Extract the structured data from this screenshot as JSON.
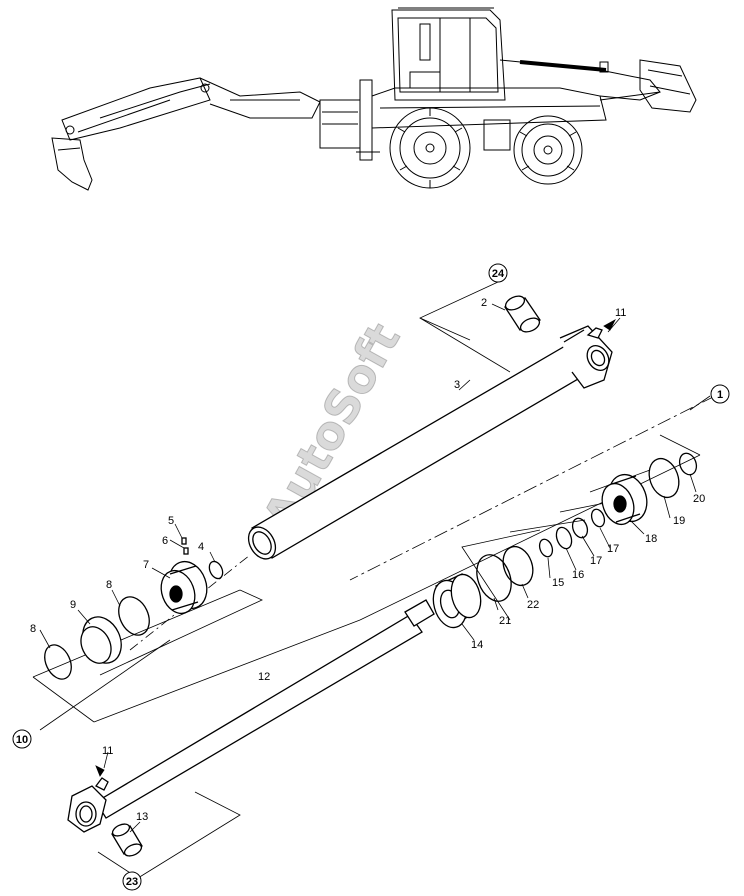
{
  "watermark": "AutoSoft",
  "callouts": {
    "c1": "1",
    "c2": "2",
    "c3": "3",
    "c4": "4",
    "c5": "5",
    "c6": "6",
    "c7": "7",
    "c8a": "8",
    "c8b": "8",
    "c9": "9",
    "c10": "10",
    "c11a": "11",
    "c11b": "11",
    "c12": "12",
    "c13": "13",
    "c14": "14",
    "c15": "15",
    "c16": "16",
    "c17a": "17",
    "c17b": "17",
    "c18": "18",
    "c19": "19",
    "c20": "20",
    "c21": "21",
    "c22": "22",
    "c23": "23",
    "c24": "24"
  }
}
